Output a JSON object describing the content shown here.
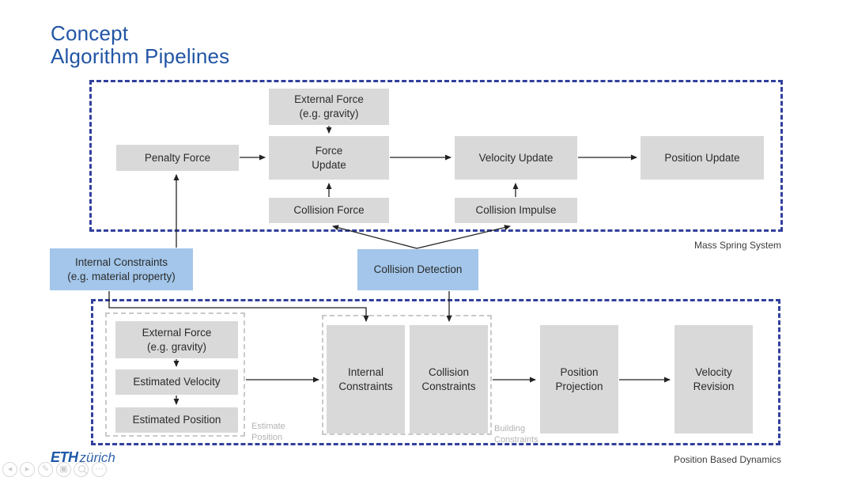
{
  "title": {
    "line1": "Concept",
    "line2": "Algorithm Pipelines"
  },
  "colors": {
    "title_blue": "#2155a5",
    "dashed_border_blue": "#31409d",
    "box_gray": "#d9d9d9",
    "box_blue": "#a3c6ea",
    "faint_label_gray": "#b3b3b3"
  },
  "mass_spring_system": {
    "caption": "Mass Spring System",
    "external_force": [
      "External Force",
      "(e.g. gravity)"
    ],
    "penalty_force": "Penalty Force",
    "force_update": [
      "Force",
      "Update"
    ],
    "collision_force": "Collision Force",
    "velocity_update": "Velocity Update",
    "position_update": "Position Update",
    "collision_impulse": "Collision Impulse"
  },
  "shared": {
    "internal_constraints": [
      "Internal Constraints",
      "(e.g. material property)"
    ],
    "collision_detection": "Collision Detection"
  },
  "position_based_dynamics": {
    "caption": "Position Based Dynamics",
    "external_force": [
      "External Force",
      "(e.g. gravity)"
    ],
    "estimated_velocity": "Estimated Velocity",
    "estimated_position": "Estimated Position",
    "estimate_position_label": [
      "Estimate",
      "Position"
    ],
    "internal_constraints": [
      "Internal",
      "Constraints"
    ],
    "collision_constraints": [
      "Collision",
      "Constraints"
    ],
    "building_constraints_label": [
      "Building",
      "Constraints"
    ],
    "position_projection": [
      "Position",
      "Projection"
    ],
    "velocity_revision": [
      "Velocity",
      "Revision"
    ]
  },
  "footer": {
    "logo_bold": "ETH",
    "logo_rest": "zürich"
  },
  "controls": [
    {
      "name": "previous",
      "glyph": "◂"
    },
    {
      "name": "next",
      "glyph": "▸"
    },
    {
      "name": "pen",
      "glyph": "✎"
    },
    {
      "name": "slides",
      "glyph": "▣"
    },
    {
      "name": "zoom",
      "glyph": ""
    },
    {
      "name": "more",
      "glyph": "⋯"
    }
  ]
}
